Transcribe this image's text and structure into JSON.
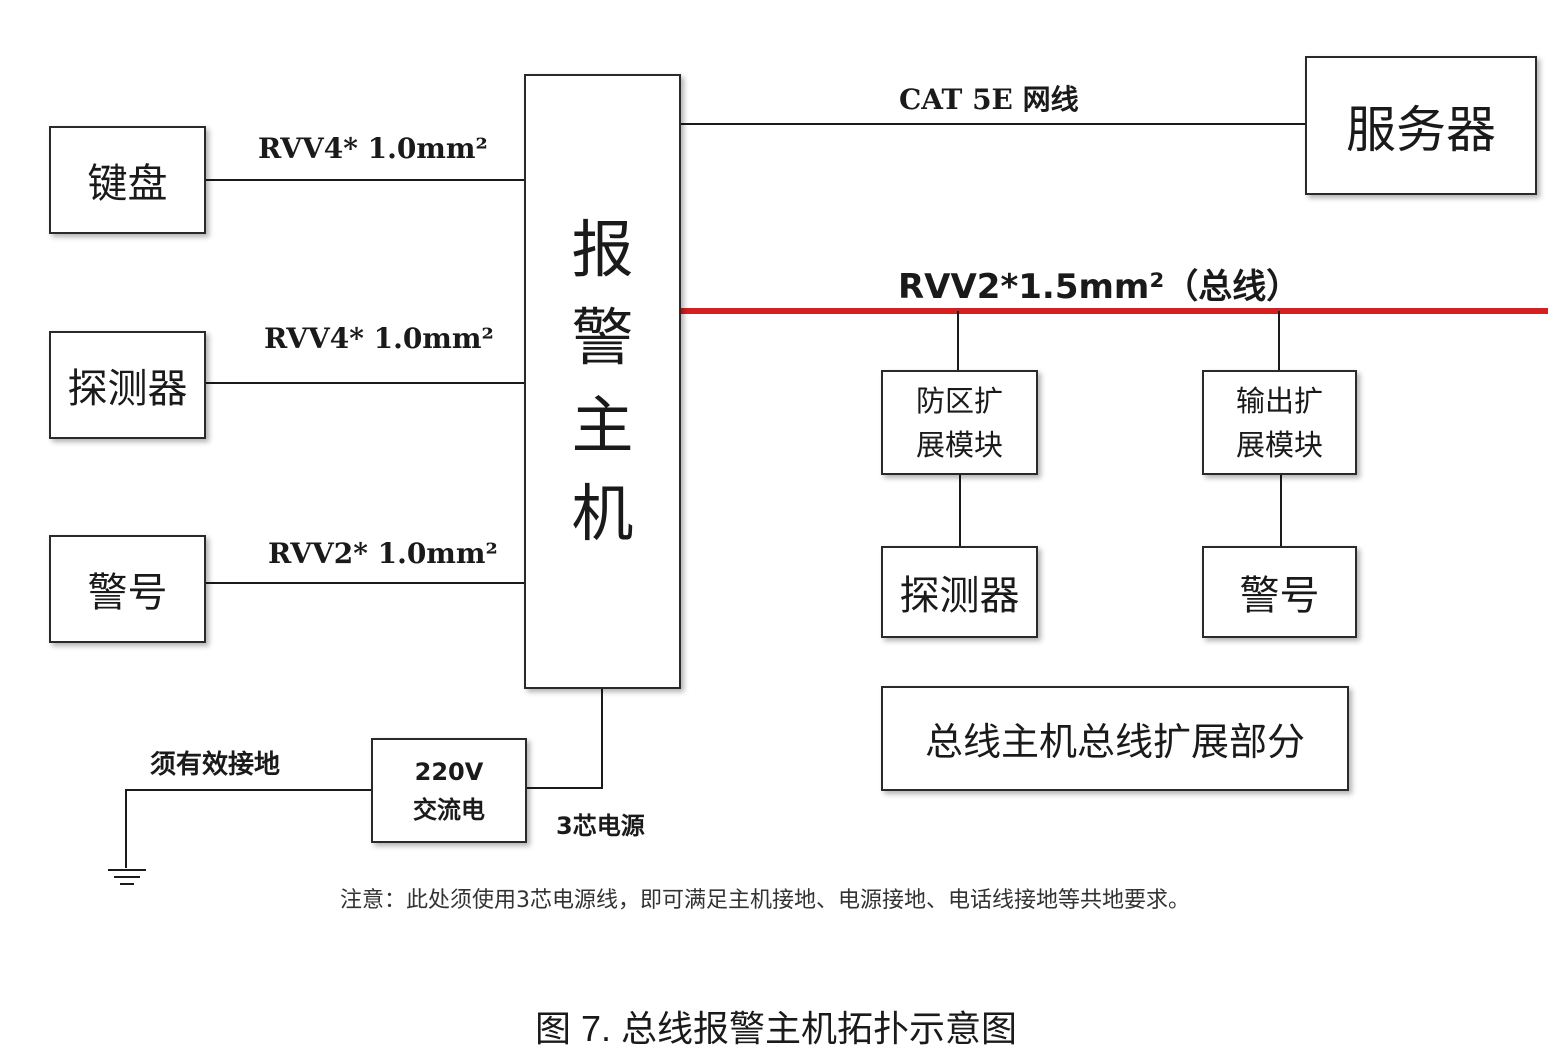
{
  "left_devices": {
    "keyboard": "键盘",
    "detector": "探测器",
    "siren": "警号"
  },
  "host": {
    "chars": [
      "报",
      "警",
      "主",
      "机"
    ]
  },
  "server": "服务器",
  "cable_labels": {
    "keyboard": "RVV4* 1.0mm²",
    "detector": "RVV4* 1.0mm²",
    "siren": "RVV2* 1.0mm²",
    "network": "CAT 5E 网线",
    "bus": "RVV2*1.5mm²（总线）",
    "power_core": "3芯电源",
    "ground": "须有效接地"
  },
  "power_box": {
    "line1": "220V",
    "line2": "交流电"
  },
  "bus_modules": {
    "zone_expander": {
      "line1": "防区扩",
      "line2": "展模块"
    },
    "output_expander": {
      "line1": "输出扩",
      "line2": "展模块"
    },
    "zone_detector": "探测器",
    "output_siren": "警号"
  },
  "bus_section_label": "总线主机总线扩展部分",
  "note": "注意：此处须使用3芯电源线，即可满足主机接地、电源接地、电话线接地等共地要求。",
  "caption": "图 7.  总线报警主机拓扑示意图",
  "colors": {
    "bus_line": "#d42020",
    "line": "#1a1a1a",
    "border": "#2a2a2a"
  }
}
